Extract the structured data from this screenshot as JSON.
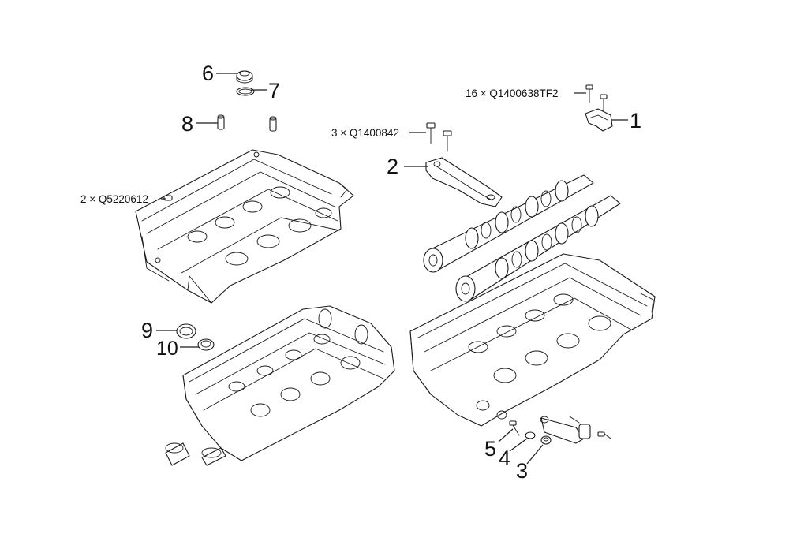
{
  "callouts": {
    "c1": "1",
    "c2": "2",
    "c3": "3",
    "c4": "4",
    "c5": "5",
    "c6": "6",
    "c7": "7",
    "c8": "8",
    "c9": "9",
    "c10": "10"
  },
  "fastener_notes": {
    "bolt_16": "16 × Q1400638TF2",
    "bolt_3": "3 × Q1400842",
    "pin_2": "2 × Q5220612"
  },
  "colors": {
    "line": "#1a1a1a",
    "background": "#ffffff"
  }
}
